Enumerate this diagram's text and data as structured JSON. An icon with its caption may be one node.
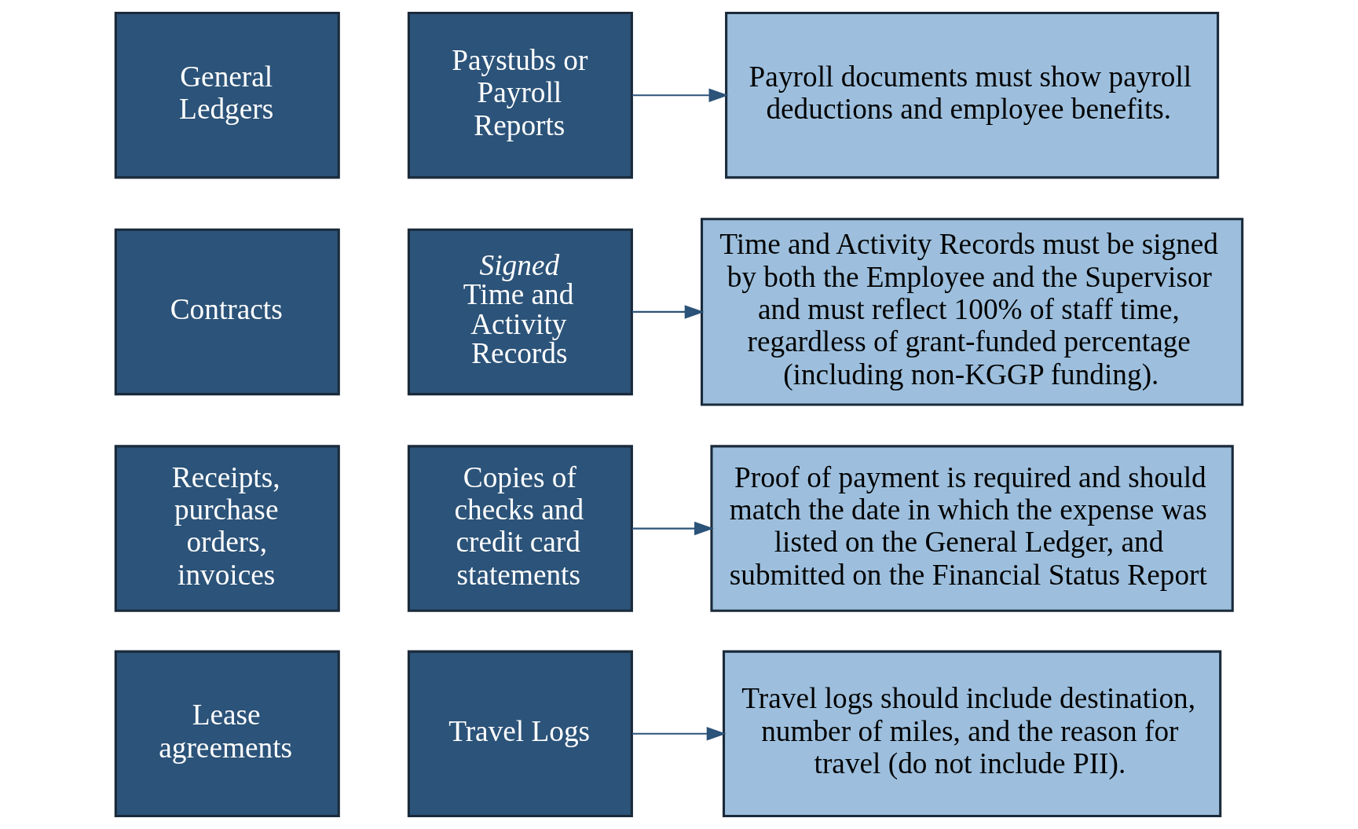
{
  "diagram": {
    "nodes": [
      {
        "text": [
          "General Ledgers"
        ]
      },
      {
        "text": [
          "Paystubs or Payroll Reports"
        ]
      },
      {
        "text": [
          "Payroll documents must show payroll deductions and employee benefits."
        ]
      },
      {
        "text": [
          "Contracts"
        ]
      },
      {
        "text": [
          "*Signed* Time and Activity Records"
        ]
      },
      {
        "text": [
          "Time and Activity Records must be signed by both the Employee and the Supervisor and must reflect 100% of staff time, regardless of grant-funded percentage (including non-KGGP funding)."
        ]
      },
      {
        "text": [
          "Receipts, purchase orders, invoices"
        ]
      },
      {
        "text": [
          "Copies of checks and credit card statements"
        ]
      },
      {
        "text": [
          "Proof of payment is required and should match the date in which the expense was listed on the General Ledger, and submitted on the Financial Status Report"
        ]
      },
      {
        "text": [
          "Lease agreements"
        ]
      },
      {
        "text": [
          "Travel Logs"
        ]
      },
      {
        "text": [
          "Travel logs should include destination, number of miles, and the reason for travel (do not include PII)."
        ]
      }
    ],
    "edges": [
      {
        "from": 1,
        "to": 2,
        "arrow": "to"
      },
      {
        "from": 4,
        "to": 5,
        "arrow": "to"
      },
      {
        "from": 7,
        "to": 8,
        "arrow": "to"
      },
      {
        "from": 10,
        "to": 11,
        "arrow": "to"
      }
    ]
  }
}
